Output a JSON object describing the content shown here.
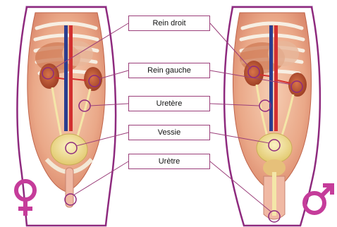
{
  "labels": {
    "rein_droit": "Rein droit",
    "rein_gauche": "Rein gauche",
    "uretere": "Uretère",
    "vessie": "Vessie",
    "uretre": "Urètre"
  },
  "colors": {
    "outline": "#8e2a7e",
    "body_fill": "#e9a38a",
    "cavity": "#f2c9a8",
    "ribs": "#f7efe3",
    "kidney": "#c0542f",
    "artery": "#d23030",
    "vein": "#2a3d8f",
    "ureter": "#f4e6a8",
    "bladder": "#f3e49c",
    "callout": "#9b3f7a",
    "symbol": "#c53c9a",
    "header": "#dcc7e6"
  },
  "icons": {
    "female": "female-symbol-icon",
    "male": "male-symbol-icon"
  }
}
